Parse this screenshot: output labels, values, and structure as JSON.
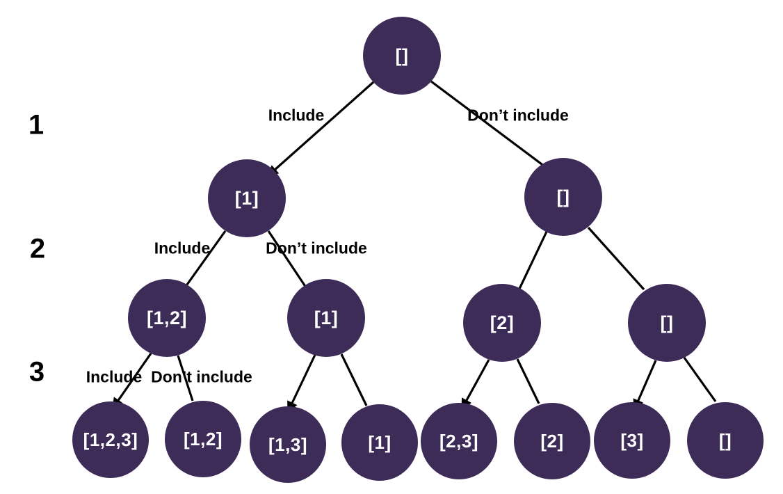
{
  "diagram": {
    "type": "binary-decision-tree",
    "description": "Subset generation decision tree: at each level choose to include or not include the element, producing all subsets of [1,2,3]",
    "colors": {
      "node_fill": "#3D2B58",
      "node_text": "#FFFFFF",
      "edge": "#000000",
      "text": "#000000",
      "background": "#FFFFFF"
    },
    "level_labels": [
      "1",
      "2",
      "3"
    ],
    "nodes": [
      {
        "id": "root",
        "label": "[]"
      },
      {
        "id": "l1-include",
        "label": "[1]"
      },
      {
        "id": "l1-exclude",
        "label": "[]"
      },
      {
        "id": "l2-a",
        "label": "[1,2]"
      },
      {
        "id": "l2-b",
        "label": "[1]"
      },
      {
        "id": "l2-c",
        "label": "[2]"
      },
      {
        "id": "l2-d",
        "label": "[]"
      },
      {
        "id": "l3-a",
        "label": "[1,2,3]"
      },
      {
        "id": "l3-b",
        "label": "[1,2]"
      },
      {
        "id": "l3-c",
        "label": "[1,3]"
      },
      {
        "id": "l3-d",
        "label": "[1]"
      },
      {
        "id": "l3-e",
        "label": "[2,3]"
      },
      {
        "id": "l3-f",
        "label": "[2]"
      },
      {
        "id": "l3-g",
        "label": "[3]"
      },
      {
        "id": "l3-h",
        "label": "[]"
      }
    ],
    "edge_labels": [
      {
        "id": "level1-include",
        "text": "Include"
      },
      {
        "id": "level1-dont-include",
        "text": "Don’t include"
      },
      {
        "id": "level2-include",
        "text": "Include"
      },
      {
        "id": "level2-dont-include",
        "text": "Don’t include"
      },
      {
        "id": "level3-include",
        "text": "Include"
      },
      {
        "id": "level3-dont-include",
        "text": "Don’t include"
      }
    ],
    "edges": [
      {
        "from": "root",
        "to": "l1-include",
        "relation": "include",
        "arrowhead": true
      },
      {
        "from": "root",
        "to": "l1-exclude",
        "relation": "dont-include",
        "arrowhead": true
      },
      {
        "from": "l1-include",
        "to": "l2-a",
        "relation": "include",
        "arrowhead": true
      },
      {
        "from": "l1-include",
        "to": "l2-b",
        "relation": "dont-include",
        "arrowhead": false
      },
      {
        "from": "l1-exclude",
        "to": "l2-c",
        "relation": "include",
        "arrowhead": true
      },
      {
        "from": "l1-exclude",
        "to": "l2-d",
        "relation": "dont-include",
        "arrowhead": false
      },
      {
        "from": "l2-a",
        "to": "l3-a",
        "relation": "include",
        "arrowhead": true
      },
      {
        "from": "l2-a",
        "to": "l3-b",
        "relation": "dont-include",
        "arrowhead": false
      },
      {
        "from": "l2-b",
        "to": "l3-c",
        "relation": "include",
        "arrowhead": true
      },
      {
        "from": "l2-b",
        "to": "l3-d",
        "relation": "dont-include",
        "arrowhead": false
      },
      {
        "from": "l2-c",
        "to": "l3-e",
        "relation": "include",
        "arrowhead": true
      },
      {
        "from": "l2-c",
        "to": "l3-f",
        "relation": "dont-include",
        "arrowhead": false
      },
      {
        "from": "l2-d",
        "to": "l3-g",
        "relation": "include",
        "arrowhead": true
      },
      {
        "from": "l2-d",
        "to": "l3-h",
        "relation": "dont-include",
        "arrowhead": false
      }
    ]
  }
}
